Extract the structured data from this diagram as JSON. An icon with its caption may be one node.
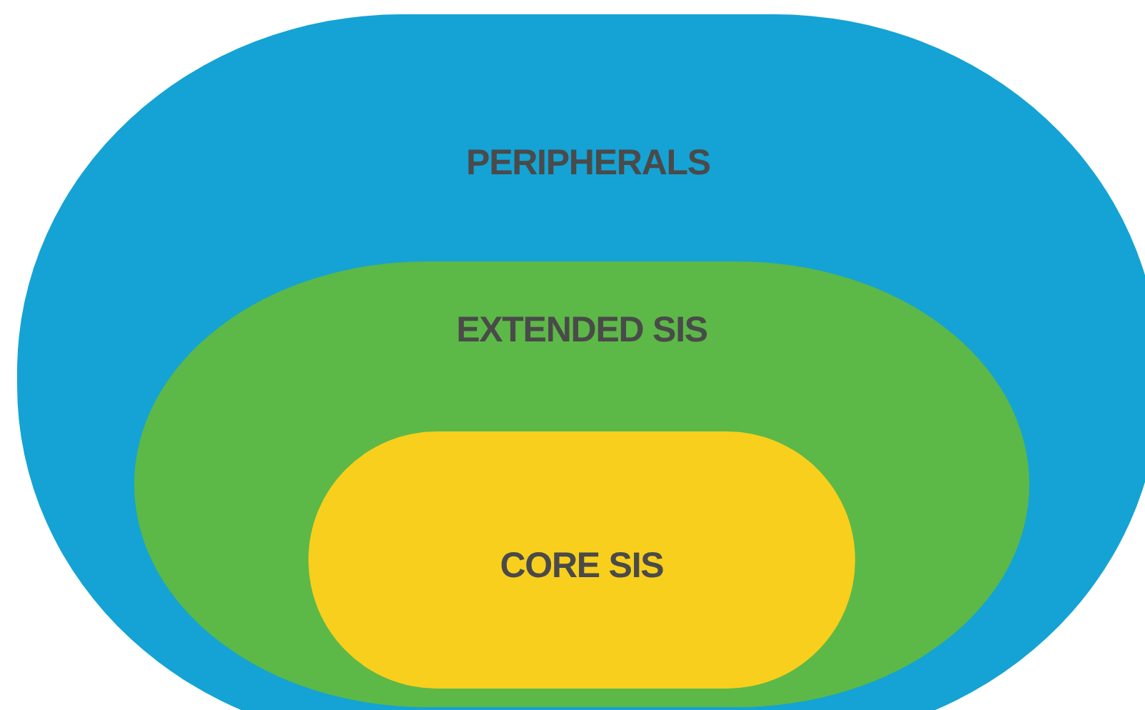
{
  "diagram": {
    "nodes": [
      {
        "text": [
          "PERIPHERALS"
        ]
      },
      {
        "text": [
          "EXTENDED SIS"
        ],
        "in": 0
      },
      {
        "text": [
          "CORE SIS"
        ],
        "in": 1
      }
    ]
  }
}
